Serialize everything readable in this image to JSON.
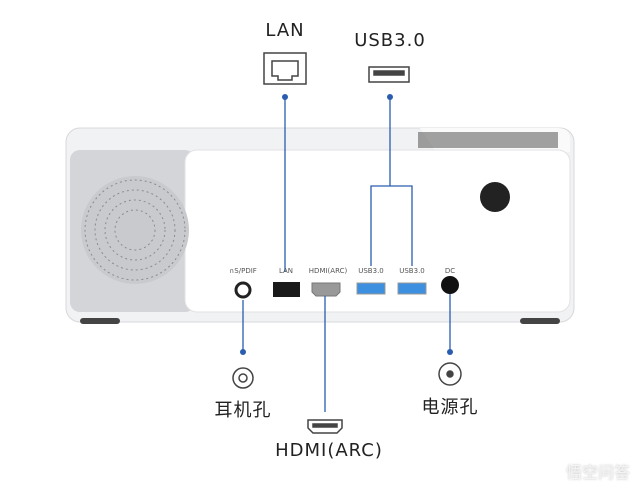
{
  "callouts": {
    "lan": "LAN",
    "usb": "USB3.0",
    "earphone": "耳机孔",
    "hdmi": "HDMI(ARC)",
    "power": "电源孔"
  },
  "panel_labels": {
    "spdif": "S/PDIF",
    "lan": "LAN",
    "hdmi": "HDMI(ARC)",
    "usb1": "USB3.0",
    "usb2": "USB3.0",
    "dc": "DC"
  },
  "watermark": "悟空问答",
  "colors": {
    "accent": "#2a5db0",
    "port_blue": "#3d8fe0"
  }
}
